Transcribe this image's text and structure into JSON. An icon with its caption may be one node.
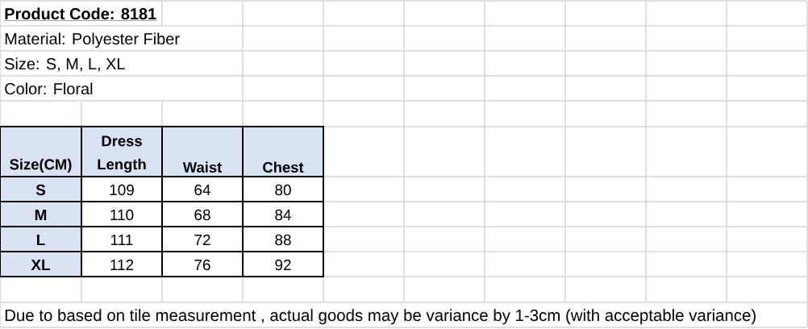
{
  "diagram": {
    "title": "Product Code: 8181",
    "labels": [
      "Material: Polyester Fiber",
      "Size:  S, M, L, XL",
      "Color: Floral",
      "Size(CM)",
      "Dress Length",
      "Waist",
      "Chest",
      "S",
      "109",
      "64",
      "80",
      "M",
      "110",
      "68",
      "84",
      "L",
      "111",
      "72",
      "88",
      "XL",
      "112",
      "76",
      "92",
      "Due to based on tile measurement , actual goods may be variance by 1-3cm (with acceptable variance)"
    ]
  }
}
